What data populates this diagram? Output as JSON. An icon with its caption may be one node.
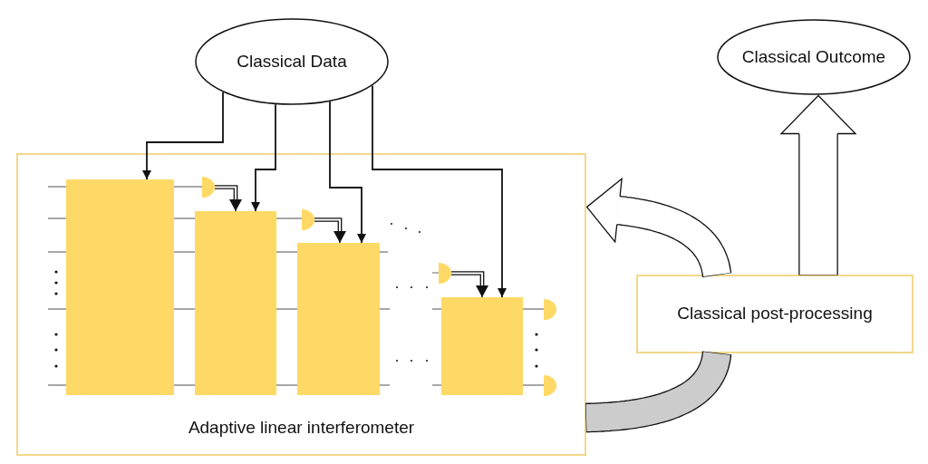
{
  "diagram": {
    "nodes": [
      {
        "text": [
          "Classical Data"
        ]
      },
      {
        "text": [
          "Classical Outcome"
        ]
      },
      {
        "text": [
          "Adaptive linear interferometer"
        ]
      },
      {
        "text": [],
        "shape": "box",
        "in": 2
      },
      {
        "text": [],
        "shape": "semicircle",
        "in": 2
      },
      {
        "text": [],
        "shape": "box",
        "in": 2
      },
      {
        "text": [],
        "shape": "semicircle",
        "in": 2
      },
      {
        "text": [],
        "shape": "box",
        "in": 2
      },
      {
        "text": [],
        "shape": "semicircle",
        "in": 2
      },
      {
        "text": [],
        "shape": "box",
        "in": 2
      },
      {
        "text": [],
        "shape": "semicircle",
        "in": 2
      },
      {
        "text": [],
        "shape": "semicircle",
        "in": 2
      },
      {
        "text": [
          "Classical post-processing"
        ]
      }
    ],
    "edges": [
      {
        "from": 0,
        "to": 3,
        "arrow": "to"
      },
      {
        "from": 0,
        "to": 5,
        "arrow": "to"
      },
      {
        "from": 0,
        "to": 7,
        "arrow": "to"
      },
      {
        "from": 0,
        "to": 9,
        "arrow": "to"
      },
      {
        "from": 4,
        "to": 5,
        "arrow": "to"
      },
      {
        "from": 6,
        "to": 7,
        "arrow": "to"
      },
      {
        "from": 8,
        "to": 9,
        "arrow": "to"
      },
      {
        "from": 2,
        "to": 12,
        "arrow": "none",
        "style": "thick",
        "color": "#cccccc"
      },
      {
        "from": 12,
        "to": 2,
        "arrow": "to",
        "style": "thick",
        "color": "#ffffff"
      },
      {
        "from": 12,
        "to": 1,
        "arrow": "to",
        "style": "thick",
        "color": "#ffffff"
      }
    ]
  }
}
